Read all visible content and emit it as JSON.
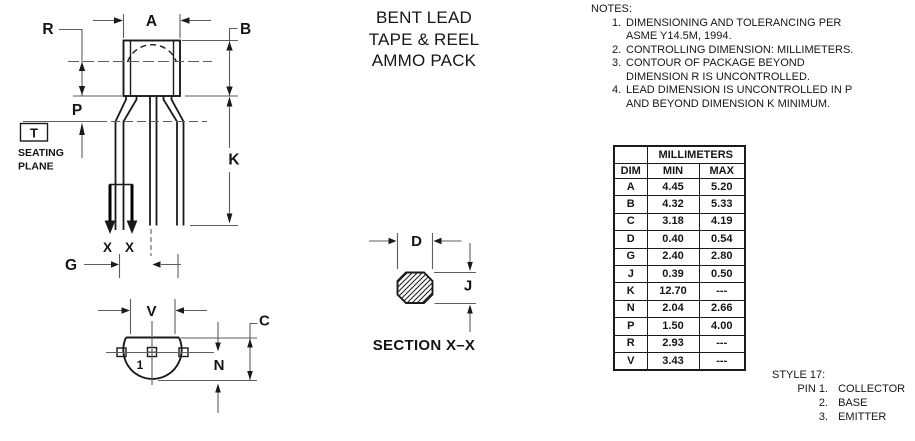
{
  "title": {
    "lines": [
      "BENT LEAD",
      "TAPE & REEL",
      "AMMO PACK"
    ]
  },
  "notes": {
    "heading": "NOTES:",
    "items": [
      {
        "num": "1.",
        "l1": "DIMENSIONING AND TOLERANCING PER",
        "l2": "ASME Y14.5M, 1994."
      },
      {
        "num": "2.",
        "l1": "CONTROLLING DIMENSION: MILLIMETERS.",
        "l2": ""
      },
      {
        "num": "3.",
        "l1": "CONTOUR OF PACKAGE BEYOND",
        "l2": "DIMENSION R IS UNCONTROLLED."
      },
      {
        "num": "4.",
        "l1": "LEAD DIMENSION IS UNCONTROLLED IN P",
        "l2": "AND BEYOND DIMENSION K MINIMUM."
      }
    ]
  },
  "dim_table": {
    "group_header": "MILLIMETERS",
    "columns": [
      "DIM",
      "MIN",
      "MAX"
    ],
    "rows": [
      [
        "A",
        "4.45",
        "5.20"
      ],
      [
        "B",
        "4.32",
        "5.33"
      ],
      [
        "C",
        "3.18",
        "4.19"
      ],
      [
        "D",
        "0.40",
        "0.54"
      ],
      [
        "G",
        "2.40",
        "2.80"
      ],
      [
        "J",
        "0.39",
        "0.50"
      ],
      [
        "K",
        "12.70",
        "---"
      ],
      [
        "N",
        "2.04",
        "2.66"
      ],
      [
        "P",
        "1.50",
        "4.00"
      ],
      [
        "R",
        "2.93",
        "---"
      ],
      [
        "V",
        "3.43",
        "---"
      ]
    ]
  },
  "style_block": {
    "heading": "STYLE 17:",
    "pins": [
      {
        "label": "PIN 1.",
        "name": "COLLECTOR"
      },
      {
        "label": "2.",
        "name": "BASE"
      },
      {
        "label": "3.",
        "name": "EMITTER"
      }
    ]
  },
  "drawing": {
    "labels": {
      "a": "A",
      "b": "B",
      "r": "R",
      "p": "P",
      "t": "T",
      "k": "K",
      "g": "G",
      "x_left": "X",
      "x_right": "X",
      "v": "V",
      "c": "C",
      "n": "N",
      "d": "D",
      "j": "J",
      "pin1": "1",
      "seating1": "SEATING",
      "seating2": "PLANE",
      "section": "SECTION X–X"
    }
  },
  "colors": {
    "line": "#1a1a1a",
    "background": "#ffffff"
  }
}
